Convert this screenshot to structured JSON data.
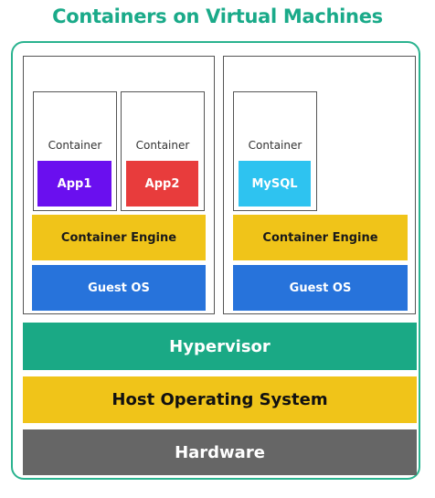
{
  "title": "Containers on Virtual Machines",
  "vm1": {
    "containers": [
      {
        "label": "Container",
        "app": "App1"
      },
      {
        "label": "Container",
        "app": "App2"
      }
    ],
    "engine": "Container Engine",
    "guest_os": "Guest OS"
  },
  "vm2": {
    "containers": [
      {
        "label": "Container",
        "app": "MySQL"
      }
    ],
    "engine": "Container Engine",
    "guest_os": "Guest OS"
  },
  "layers": {
    "hypervisor": "Hypervisor",
    "host_os": "Host Operating System",
    "hardware": "Hardware"
  },
  "colors": {
    "title": "#1aaa89",
    "frame": "#2ab38f",
    "app1": "#6a0fef",
    "app2": "#e83c3c",
    "mysql": "#2ec3f0",
    "engine": "#f0c419",
    "guest_os": "#2773db",
    "hypervisor": "#1aa985",
    "host_os": "#f0c419",
    "hardware": "#666666"
  }
}
